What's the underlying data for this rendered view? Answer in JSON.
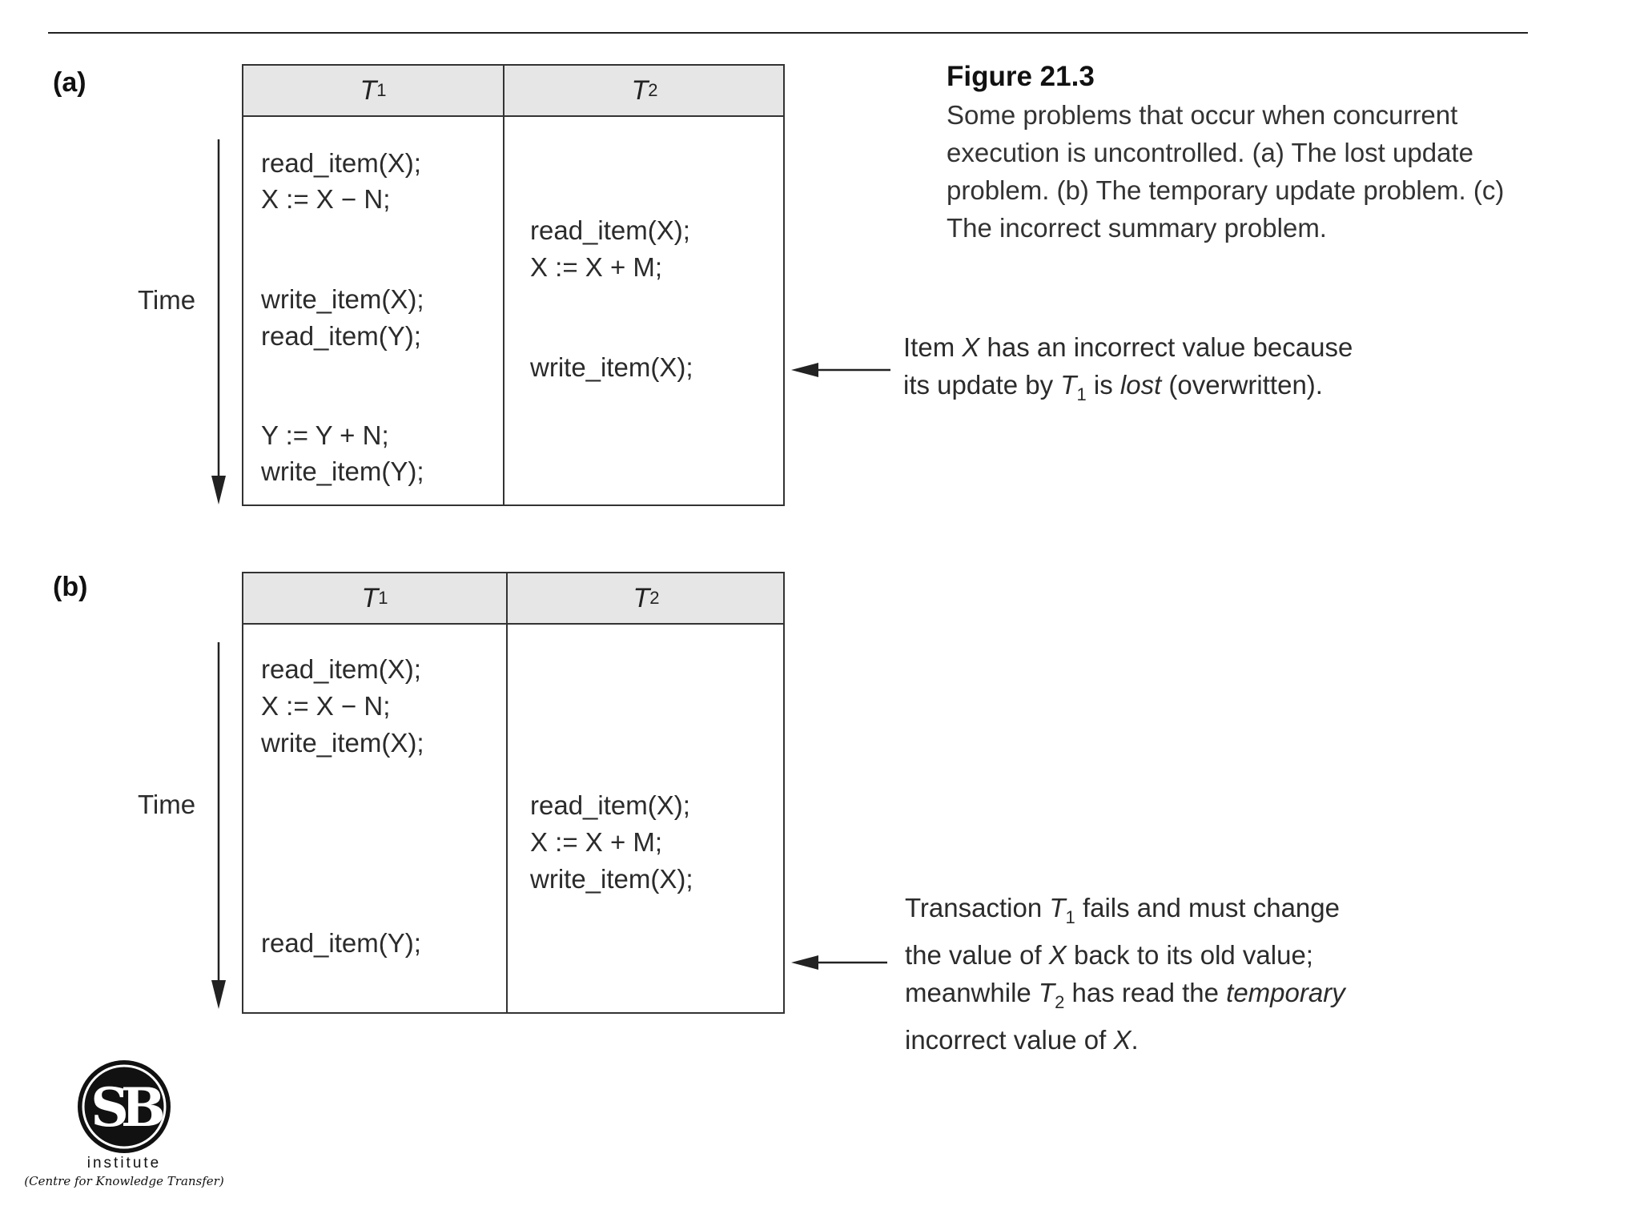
{
  "figure": {
    "title": "Figure 21.3",
    "caption": "Some problems that occur when concurrent execution is uncontrolled. (a) The lost update problem. (b) The temporary update problem. (c) The incorrect summary problem."
  },
  "panel_a": {
    "label": "(a)",
    "time_label": "Time",
    "col1": "T",
    "col1_sub": "1",
    "col2": "T",
    "col2_sub": "2",
    "t1_ops": [
      "read_item(X);",
      "X := X − N;",
      "write_item(X);",
      "read_item(Y);",
      "Y := Y + N;",
      "write_item(Y);"
    ],
    "t2_ops": [
      "read_item(X);",
      "X := X + M;",
      "write_item(X);"
    ],
    "note": {
      "p1": "Item ",
      "x": "X",
      "p2": " has an incorrect value because",
      "p3": "its update by ",
      "t": "T",
      "tsub": "1",
      "p4": " is ",
      "lost": "lost",
      "p5": " (overwritten)."
    }
  },
  "panel_b": {
    "label": "(b)",
    "time_label": "Time",
    "col1": "T",
    "col1_sub": "1",
    "col2": "T",
    "col2_sub": "2",
    "t1_ops": [
      "read_item(X);",
      "X := X − N;",
      "write_item(X);",
      "read_item(Y);"
    ],
    "t2_ops": [
      "read_item(X);",
      "X := X + M;",
      "write_item(X);"
    ],
    "note": {
      "p1": "Transaction ",
      "t1": "T",
      "t1sub": "1",
      "p2": " fails and must change",
      "p3": "the value of ",
      "x": "X",
      "p4": " back to its old value;",
      "p5": "meanwhile ",
      "t2": "T",
      "t2sub": "2",
      "p6": " has read the ",
      "temp": "temporary",
      "p7": "incorrect value of ",
      "x2": "X",
      "p8": "."
    }
  },
  "logo": {
    "monogram": "SB",
    "line1": "institute",
    "line2": "(Centre for Knowledge Transfer)"
  }
}
